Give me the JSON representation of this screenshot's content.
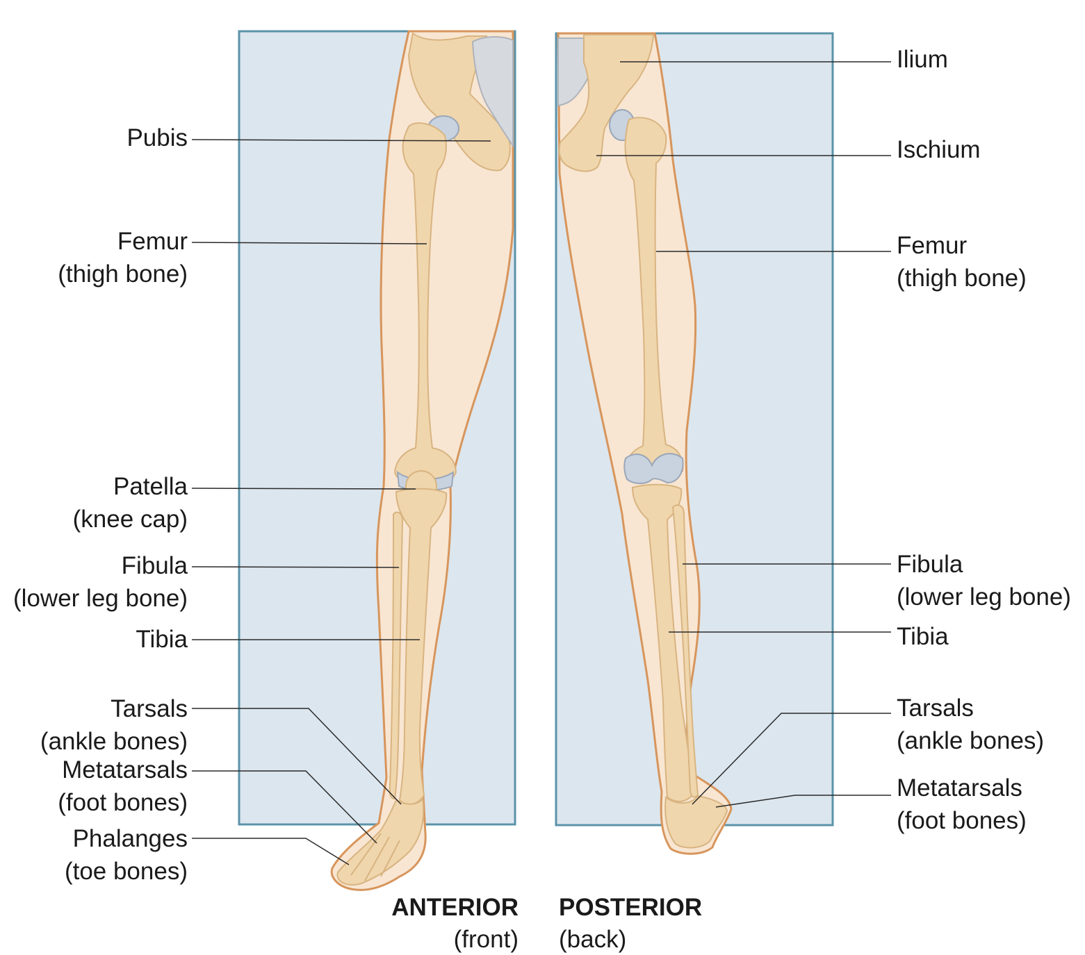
{
  "colors": {
    "panel_fill": "#dce6ee",
    "panel_border": "#5b93a9",
    "skin": "#f8e6d2",
    "skin_outline": "#d7955c",
    "bone": "#f0d6ad",
    "bone_shade": "#d8b481",
    "cartilage": "#c9d3e0",
    "leader_line": "#2a2a2a",
    "text": "#1a1a1a"
  },
  "views": {
    "anterior": {
      "title": "ANTERIOR",
      "subtitle": "(front)"
    },
    "posterior": {
      "title": "POSTERIOR",
      "subtitle": "(back)"
    }
  },
  "labels": {
    "anterior": {
      "pubis": {
        "line1": "Pubis"
      },
      "femur": {
        "line1": "Femur",
        "line2": "(thigh bone)"
      },
      "patella": {
        "line1": "Patella",
        "line2": "(knee cap)"
      },
      "fibula": {
        "line1": "Fibula",
        "line2": "(lower leg bone)"
      },
      "tibia": {
        "line1": "Tibia"
      },
      "tarsals": {
        "line1": "Tarsals",
        "line2": "(ankle bones)"
      },
      "metatarsals": {
        "line1": "Metatarsals",
        "line2": "(foot bones)"
      },
      "phalanges": {
        "line1": "Phalanges",
        "line2": "(toe bones)"
      }
    },
    "posterior": {
      "ilium": {
        "line1": "Ilium"
      },
      "ischium": {
        "line1": "Ischium"
      },
      "femur": {
        "line1": "Femur",
        "line2": "(thigh bone)"
      },
      "fibula": {
        "line1": "Fibula",
        "line2": "(lower leg bone)"
      },
      "tibia": {
        "line1": "Tibia"
      },
      "tarsals": {
        "line1": "Tarsals",
        "line2": "(ankle bones)"
      },
      "metatarsals": {
        "line1": "Metatarsals",
        "line2": "(foot bones)"
      }
    }
  }
}
